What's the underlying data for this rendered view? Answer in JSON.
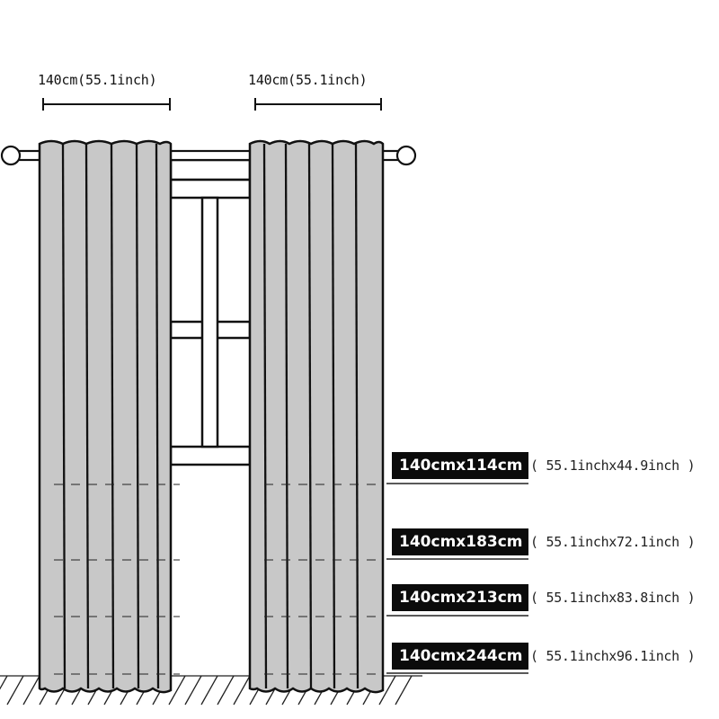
{
  "panel_widths": [
    {
      "label": "140cm(55.1inch)"
    },
    {
      "label": "140cm(55.1inch)"
    }
  ],
  "sizes": [
    {
      "metric": "140cmx114cm",
      "imperial": "( 55.1inchx44.9inch )"
    },
    {
      "metric": "140cmx183cm",
      "imperial": "( 55.1inchx72.1inch )"
    },
    {
      "metric": "140cmx213cm",
      "imperial": "( 55.1inchx83.8inch )"
    },
    {
      "metric": "140cmx244cm",
      "imperial": "( 55.1inchx96.1inch )"
    }
  ],
  "colors": {
    "curtain_fill": "#c8c8c8",
    "outline": "#111111",
    "tag_background": "#0b0b0b",
    "tag_text": "#ffffff"
  }
}
